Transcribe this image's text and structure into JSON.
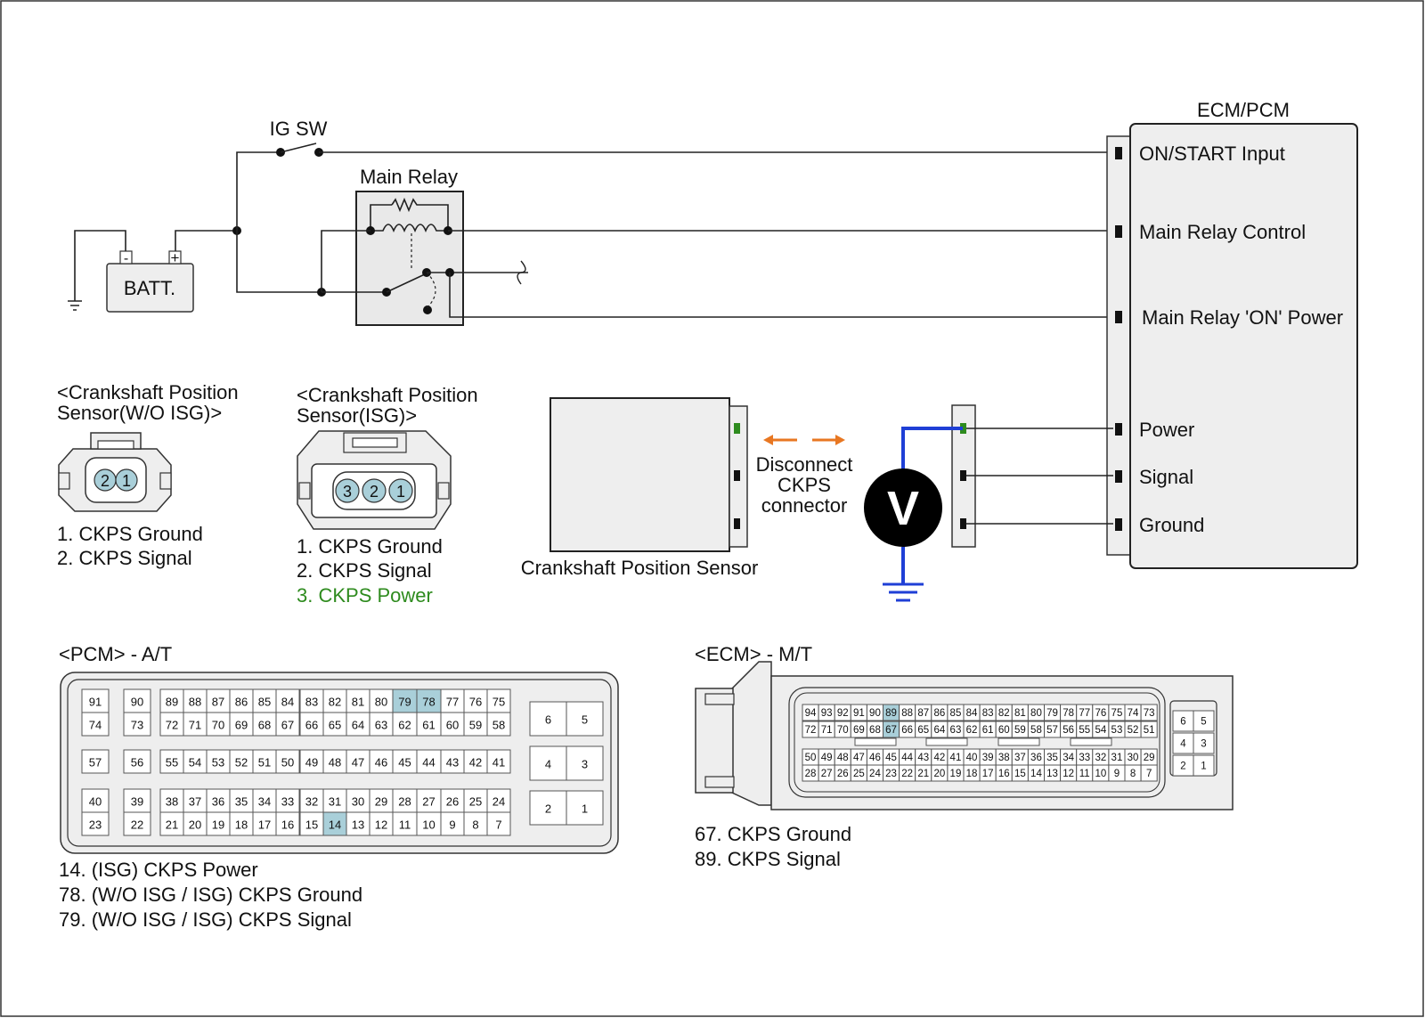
{
  "circuit": {
    "ig_sw": "IG SW",
    "main_relay": "Main Relay",
    "battery": "BATT.",
    "batt_neg": "-",
    "batt_pos": "+"
  },
  "ecm_block": {
    "title": "ECM/PCM",
    "pins": [
      "ON/START Input",
      "Main Relay Control",
      "Main Relay 'ON' Power",
      "Power",
      "Signal",
      "Ground"
    ]
  },
  "sensor_wo_isg": {
    "title_line1": "<Crankshaft Position",
    "title_line2": "Sensor(W/O ISG)>",
    "pin_labels": [
      "2",
      "1"
    ],
    "legend": [
      "1. CKPS Ground",
      "2. CKPS Signal"
    ]
  },
  "sensor_isg": {
    "title_line1": "<Crankshaft Position",
    "title_line2": "Sensor(ISG)>",
    "pin_labels": [
      "3",
      "2",
      "1"
    ],
    "legend": [
      "1. CKPS Ground",
      "2. CKPS Signal",
      "3. CKPS Power"
    ],
    "power_color": "#2e8b1e"
  },
  "ckp_sensor": {
    "label": "Crankshaft Position Sensor",
    "disconnect_line1": "Disconnect",
    "disconnect_line2": "CKPS",
    "disconnect_line3": "connector",
    "voltmeter": "V",
    "arrow_color": "#e87722",
    "probe_color": "#1f3fd6",
    "pin_color": "#2e8b1e"
  },
  "pcm": {
    "title": "<PCM> - A/T",
    "rows": [
      [
        "91",
        "90",
        "89",
        "88",
        "87",
        "86",
        "85",
        "84",
        "83",
        "82",
        "81",
        "80",
        "79",
        "78",
        "77",
        "76",
        "75"
      ],
      [
        "74",
        "73",
        "72",
        "71",
        "70",
        "69",
        "68",
        "67",
        "66",
        "65",
        "64",
        "63",
        "62",
        "61",
        "60",
        "59",
        "58"
      ],
      [
        "57",
        "56",
        "55",
        "54",
        "53",
        "52",
        "51",
        "50",
        "49",
        "48",
        "47",
        "46",
        "45",
        "44",
        "43",
        "42",
        "41"
      ],
      [
        "40",
        "39",
        "38",
        "37",
        "36",
        "35",
        "34",
        "33",
        "32",
        "31",
        "30",
        "29",
        "28",
        "27",
        "26",
        "25",
        "24"
      ],
      [
        "23",
        "22",
        "21",
        "20",
        "19",
        "18",
        "17",
        "16",
        "15",
        "14",
        "13",
        "12",
        "11",
        "10",
        "9",
        "8",
        "7"
      ]
    ],
    "side_pins": [
      [
        "6",
        "5"
      ],
      [
        "4",
        "3"
      ],
      [
        "2",
        "1"
      ]
    ],
    "highlighted": [
      "79",
      "78",
      "14"
    ],
    "highlight_color": "#a9cfd9",
    "legend": [
      "14. (ISG) CKPS Power",
      "78. (W/O ISG / ISG) CKPS Ground",
      "79. (W/O ISG / ISG) CKPS Signal"
    ]
  },
  "ecm": {
    "title": "<ECM> - M/T",
    "rows": [
      [
        "94",
        "93",
        "92",
        "91",
        "90",
        "89",
        "88",
        "87",
        "86",
        "85",
        "84",
        "83",
        "82",
        "81",
        "80",
        "79",
        "78",
        "77",
        "76",
        "75",
        "74",
        "73"
      ],
      [
        "72",
        "71",
        "70",
        "69",
        "68",
        "67",
        "66",
        "65",
        "64",
        "63",
        "62",
        "61",
        "60",
        "59",
        "58",
        "57",
        "56",
        "55",
        "54",
        "53",
        "52",
        "51"
      ],
      [
        "50",
        "49",
        "48",
        "47",
        "46",
        "45",
        "44",
        "43",
        "42",
        "41",
        "40",
        "39",
        "38",
        "37",
        "36",
        "35",
        "34",
        "33",
        "32",
        "31",
        "30",
        "29"
      ],
      [
        "28",
        "27",
        "26",
        "25",
        "24",
        "23",
        "22",
        "21",
        "20",
        "19",
        "18",
        "17",
        "16",
        "15",
        "14",
        "13",
        "12",
        "11",
        "10",
        "9",
        "8",
        "7"
      ]
    ],
    "side_pins": [
      [
        "6",
        "5"
      ],
      [
        "4",
        "3"
      ],
      [
        "2",
        "1"
      ]
    ],
    "highlighted": [
      "89",
      "67"
    ],
    "legend": [
      "67. CKPS Ground",
      "89. CKPS Signal"
    ]
  }
}
